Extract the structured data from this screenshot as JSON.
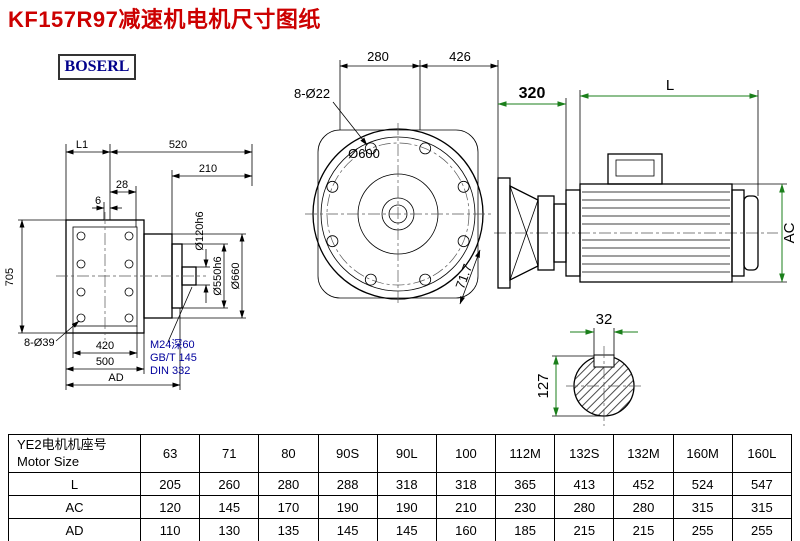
{
  "page": {
    "title": "KF157R97减速机电机尺寸图纸",
    "logo": "BOSERL"
  },
  "colors": {
    "title_red": "#cc0000",
    "logo_blue": "#00008b",
    "note_blue": "#00009c",
    "dim_green": "#1b7f1b",
    "line_black": "#000000"
  },
  "drawing": {
    "left_view": {
      "dim_l1": "L1",
      "dim_520": "520",
      "dim_210": "210",
      "dim_28": "28",
      "dim_6": "6",
      "dim_705": "705",
      "dim_8_d39": "8-Ø39",
      "dim_420": "420",
      "dim_500": "500",
      "dim_ad": "AD",
      "dia_120": "Ø120h6",
      "dia_550": "Ø550h6",
      "dia_660": "Ø660",
      "note_m24": "M24深60",
      "note_gb": "GB/T 145",
      "note_din": "DIN 332"
    },
    "front_view": {
      "dim_280": "280",
      "dim_426": "426",
      "dim_8_d22": "8-Ø22",
      "dia_600": "Ø600",
      "dim_71_7": "71.7"
    },
    "motor_view": {
      "dim_320": "320",
      "dim_l": "L",
      "dim_ac": "AC"
    },
    "shaft_view": {
      "dim_32": "32",
      "dim_127": "127"
    }
  },
  "table": {
    "header_cn": "YE2电机机座号",
    "header_en": "Motor Size",
    "columns": [
      "63",
      "71",
      "80",
      "90S",
      "90L",
      "100",
      "112M",
      "132S",
      "132M",
      "160M",
      "160L"
    ],
    "rows": [
      {
        "label": "L",
        "values": [
          205,
          260,
          280,
          288,
          318,
          318,
          365,
          413,
          452,
          524,
          547
        ]
      },
      {
        "label": "AC",
        "values": [
          120,
          145,
          170,
          190,
          190,
          210,
          230,
          280,
          280,
          315,
          315
        ]
      },
      {
        "label": "AD",
        "values": [
          110,
          130,
          135,
          145,
          145,
          160,
          185,
          215,
          215,
          255,
          255
        ]
      }
    ]
  }
}
